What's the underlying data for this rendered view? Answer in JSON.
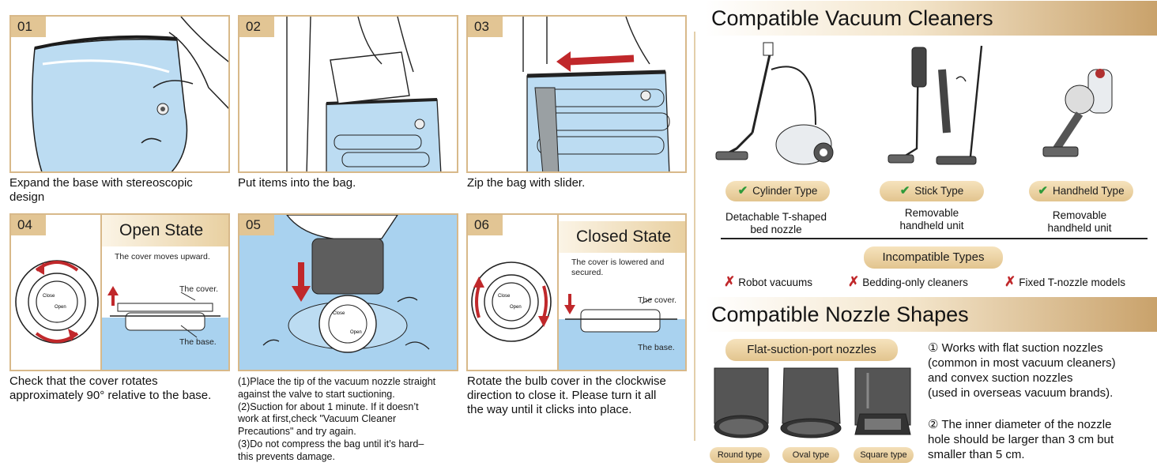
{
  "steps": [
    {
      "num": "01",
      "caption_lines": [
        "Expand the base with stereoscopic",
        "design"
      ]
    },
    {
      "num": "02",
      "caption_lines": [
        "Put items into the bag."
      ]
    },
    {
      "num": "03",
      "caption_lines": [
        "Zip the bag with slider."
      ]
    },
    {
      "num": "04",
      "caption_lines": [
        "Check that the cover rotates",
        "approximately 90° relative to the base."
      ],
      "state_title": "Open State",
      "state_note": "The cover moves upward.",
      "label_cover": "The cover.",
      "label_base": "The base."
    },
    {
      "num": "05",
      "caption_lines": [
        "(1)Place the tip of the vacuum nozzle straight",
        "against the valve to start suctioning.",
        "(2)Suction for about 1 minute. If it doesn’t",
        "work at first,check \"Vacuum Cleaner",
        "Precautions\" and try again.",
        "(3)Do not compress the bag until it’s hard–",
        "this prevents damage."
      ]
    },
    {
      "num": "06",
      "caption_lines": [
        "Rotate the bulb cover in the clockwise",
        "direction to close it. Please turn it all",
        "the way until it clicks into place."
      ],
      "state_title": "Closed State",
      "state_note_lines": [
        "The cover is lowered and",
        "secured."
      ],
      "label_cover": "The cover.",
      "label_base": "The base."
    }
  ],
  "valve_labels": {
    "close": "Close",
    "open": "Open"
  },
  "compatible": {
    "title": "Compatible Vacuum Cleaners",
    "types": [
      {
        "label": "Cylinder Type",
        "desc_lines": [
          "Detachable T-shaped",
          "bed nozzle"
        ]
      },
      {
        "label": "Stick Type",
        "desc_lines": [
          "Removable",
          "handheld unit"
        ]
      },
      {
        "label": "Handheld Type",
        "desc_lines": [
          "Removable",
          "handheld unit"
        ]
      }
    ],
    "check_glyph": "✔",
    "incompatible_title": "Incompatible Types",
    "incompatible": [
      "Robot vacuums",
      "Bedding-only cleaners",
      "Fixed T-nozzle models"
    ],
    "x_glyph": "✗"
  },
  "nozzles": {
    "title": "Compatible Nozzle Shapes",
    "flat_label": "Flat-suction-port nozzles",
    "types": [
      "Round type",
      "Oval type",
      "Square type"
    ],
    "notes": [
      [
        "① Works with flat suction nozzles",
        "(common in most vacuum cleaners)",
        "and convex suction nozzles",
        "(used in overseas vacuum brands)."
      ],
      [
        "② The inner diameter of the nozzle",
        "hole should be larger than 3 cm but",
        "smaller than 5 cm."
      ]
    ]
  },
  "colors": {
    "accent_gold": "#e2c594",
    "arrow_red": "#c0282b",
    "water_blue": "#a9d2ef",
    "check_green": "#2f9a3a"
  }
}
